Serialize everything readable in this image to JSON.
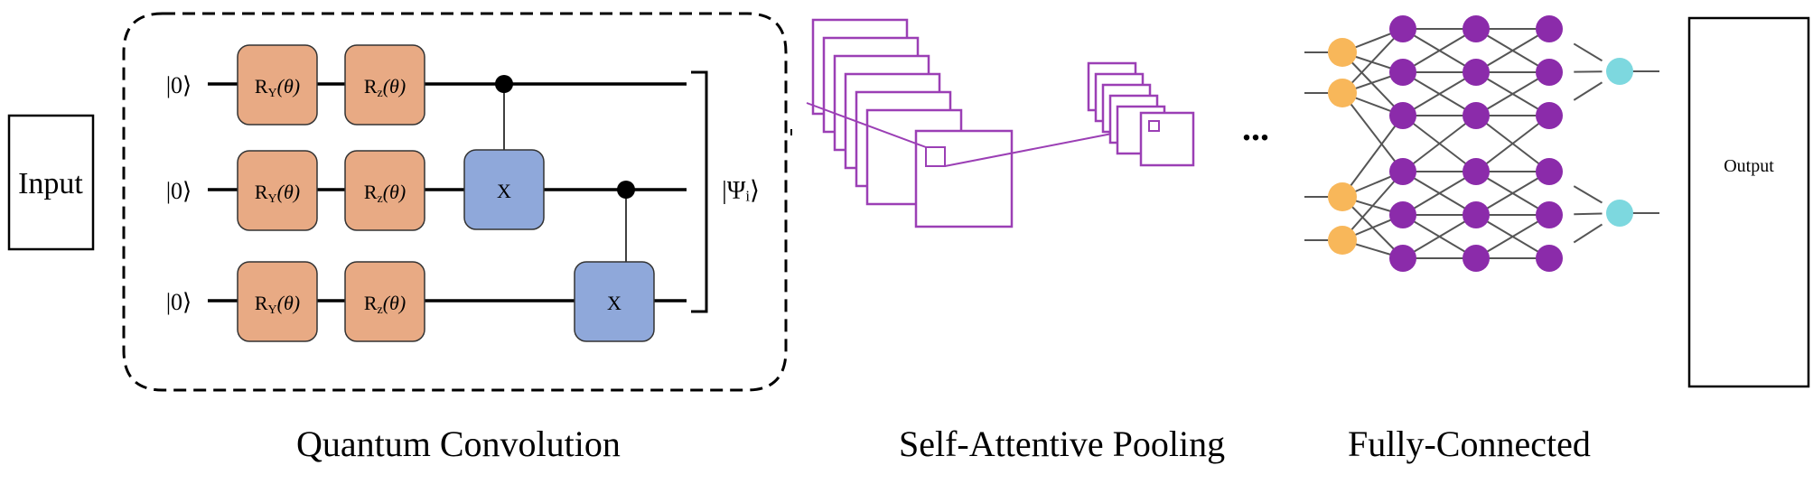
{
  "input_label": "Input",
  "output_label": "Output",
  "ket_zero": "|0⟩",
  "state_label": "|Ψᵢ⟩",
  "ellipsis": "...",
  "gates": {
    "ry": "R",
    "ry_sub": "Y",
    "rz": "R",
    "rz_sub": "z",
    "theta": "(θ)",
    "x": "X"
  },
  "captions": {
    "quantum_convolution": "Quantum Convolution",
    "self_attentive_pooling": "Self-Attentive Pooling",
    "fully_connected": "Fully-Connected"
  },
  "colors": {
    "rotation_gate": "#E8AA84",
    "x_gate": "#8FA8DA",
    "feature_map": "#9B3FB5",
    "input_node": "#F8B75A",
    "hidden_node": "#8B2BAA",
    "output_node": "#7DD8DF"
  }
}
